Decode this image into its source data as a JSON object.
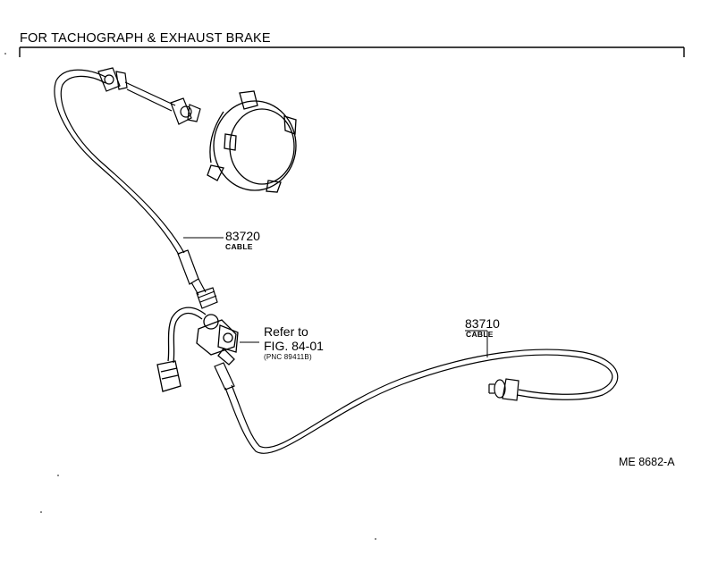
{
  "diagram": {
    "title": "FOR TACHOGRAPH & EXHAUST BRAKE",
    "callouts": [
      {
        "part_number": "83720",
        "part_name": "CABLE"
      },
      {
        "part_number": "83710",
        "part_name": "CABLE"
      }
    ],
    "reference": {
      "line1": "Refer to",
      "line2": "FIG. 84-01",
      "line3": "(PNC 89411B)"
    },
    "drawing_code": "ME 8682-A"
  },
  "colors": {
    "ink": "#000000",
    "paper": "#ffffff"
  }
}
